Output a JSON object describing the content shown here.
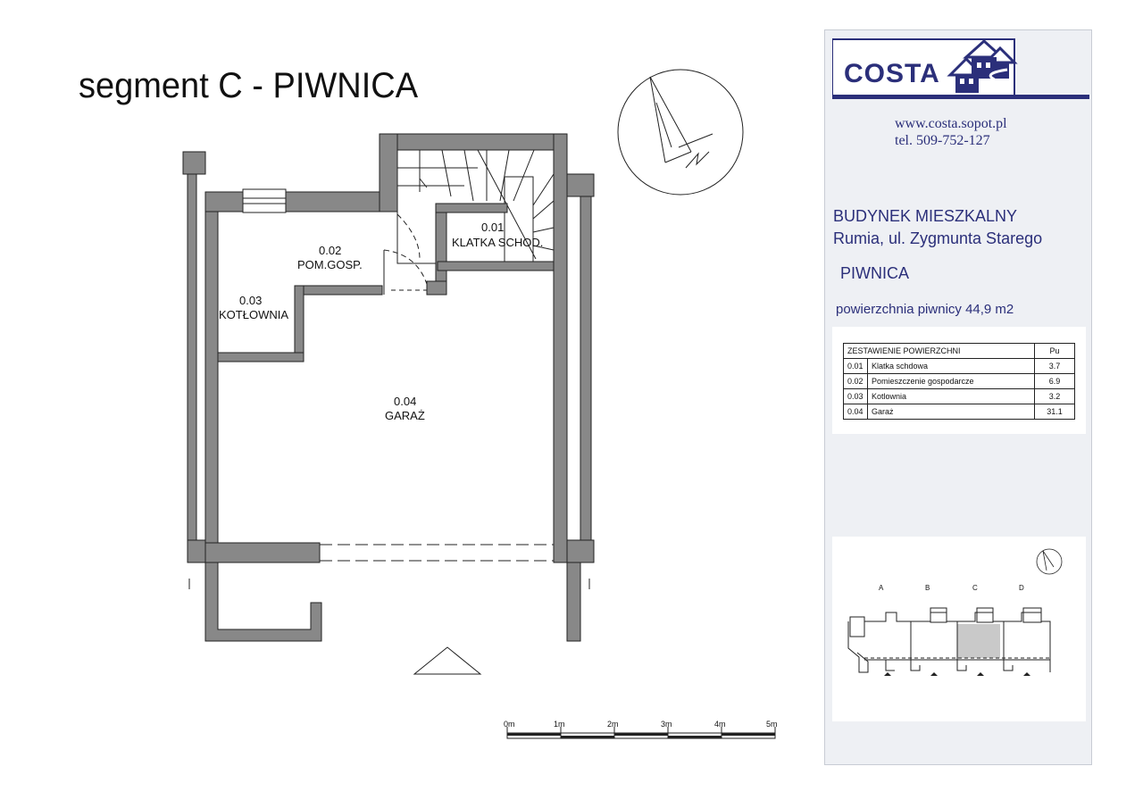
{
  "title": "segment C  - PIWNICA",
  "rooms": [
    {
      "no": "0.01",
      "name": "KLATKA SCHOD."
    },
    {
      "no": "0.02",
      "name": "POM.GOSP."
    },
    {
      "no": "0.03",
      "name": "KOTŁOWNIA"
    },
    {
      "no": "0.04",
      "name": "GARAŻ"
    }
  ],
  "scale": {
    "labels": [
      "0m",
      "1m",
      "2m",
      "3m",
      "4m",
      "5m"
    ]
  },
  "panel": {
    "logo_text": "COSTA",
    "website": "www.costa.sopot.pl",
    "phone": "tel. 509-752-127",
    "building": "BUDYNEK MIESZKALNY",
    "address": "Rumia, ul. Zygmunta Starego",
    "level": "PIWNICA",
    "area_text": "powierzchnia piwnicy 44,9 m2"
  },
  "area_table": {
    "header": "ZESTAWIENIE POWIERZCHNI",
    "unit": "Pu",
    "rows": [
      {
        "no": "0.01",
        "name": "Klatka schdowa",
        "pu": "3.7"
      },
      {
        "no": "0.02",
        "name": "Pomieszczenie gospodarcze",
        "pu": "6.9"
      },
      {
        "no": "0.03",
        "name": "Kotlownia",
        "pu": "3.2"
      },
      {
        "no": "0.04",
        "name": "Garaż",
        "pu": "31.1"
      }
    ]
  },
  "key_plan": {
    "segments": [
      "A",
      "B",
      "C",
      "D"
    ],
    "highlighted": "C"
  },
  "colors": {
    "wall": "#888888",
    "brand": "#2b2f7a",
    "highlight": "#c9c9c9"
  }
}
